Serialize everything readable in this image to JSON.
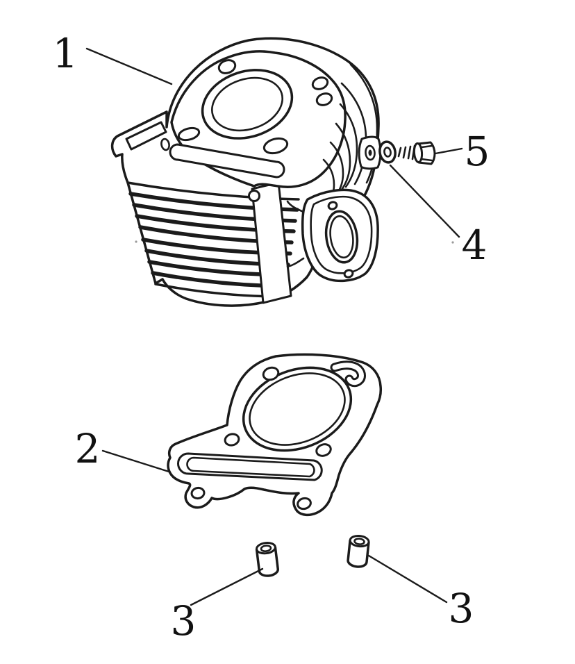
{
  "page": {
    "background": "#ffffff",
    "ink": "#1b1b1b"
  },
  "callouts": {
    "cylinder": "1",
    "gasket": "2",
    "dowel_left": "3",
    "dowel_right": "3",
    "washer": "4",
    "bolt": "5"
  }
}
